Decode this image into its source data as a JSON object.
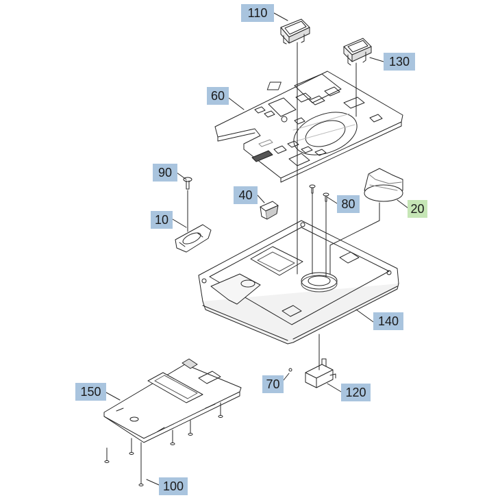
{
  "colors": {
    "callout_bg": "#a9c4de",
    "callout_highlight_bg": "#c6e6b6",
    "line": "#222222"
  },
  "callouts": [
    {
      "id": "110",
      "label": "110",
      "highlighted": false
    },
    {
      "id": "130",
      "label": "130",
      "highlighted": false
    },
    {
      "id": "60",
      "label": "60",
      "highlighted": false
    },
    {
      "id": "90",
      "label": "90",
      "highlighted": false
    },
    {
      "id": "40",
      "label": "40",
      "highlighted": false
    },
    {
      "id": "80",
      "label": "80",
      "highlighted": false
    },
    {
      "id": "20",
      "label": "20",
      "highlighted": true
    },
    {
      "id": "10",
      "label": "10",
      "highlighted": false
    },
    {
      "id": "140",
      "label": "140",
      "highlighted": false
    },
    {
      "id": "70",
      "label": "70",
      "highlighted": false
    },
    {
      "id": "120",
      "label": "120",
      "highlighted": false
    },
    {
      "id": "150",
      "label": "150",
      "highlighted": false
    },
    {
      "id": "100",
      "label": "100",
      "highlighted": false
    }
  ]
}
